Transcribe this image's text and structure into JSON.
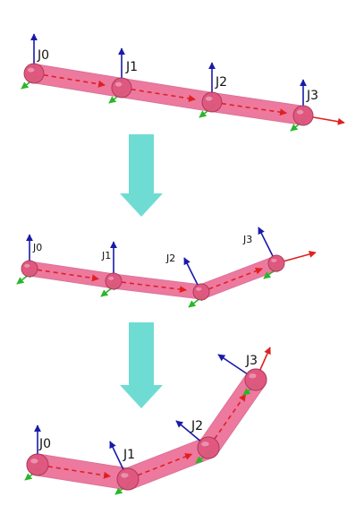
{
  "diagram": {
    "colors": {
      "link_fill": "#f07aa0",
      "link_stroke": "#d45c86",
      "joint_fill": "#e0577f",
      "joint_stroke": "#a8385a",
      "x_axis": "#e02020",
      "y_axis": "#2ab52a",
      "z_axis": "#1a1aa8",
      "arrow": "#6fdcd4",
      "label": "#111111"
    },
    "stages": [
      {
        "name": "straight-chain",
        "joints": [
          {
            "label": "J0"
          },
          {
            "label": "J1"
          },
          {
            "label": "J2"
          },
          {
            "label": "J3"
          }
        ]
      },
      {
        "name": "one-joint-bent",
        "joints": [
          {
            "label": "J0"
          },
          {
            "label": "J1"
          },
          {
            "label": "J2"
          },
          {
            "label": "J3"
          }
        ]
      },
      {
        "name": "two-joints-bent",
        "joints": [
          {
            "label": "J0"
          },
          {
            "label": "J1"
          },
          {
            "label": "J2"
          },
          {
            "label": "J3"
          }
        ]
      }
    ],
    "transition_arrows": [
      {
        "name": "down-arrow-1"
      },
      {
        "name": "down-arrow-2"
      }
    ]
  }
}
